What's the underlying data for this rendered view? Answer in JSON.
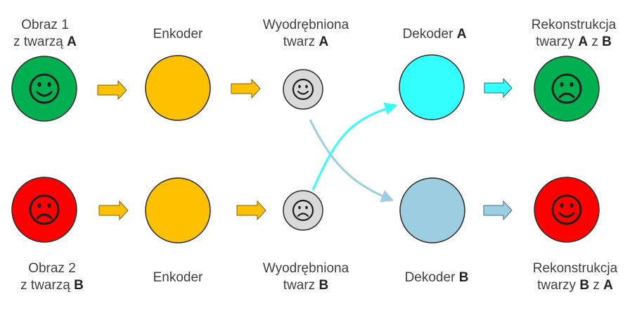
{
  "colors": {
    "face_a_bg": "#00b050",
    "face_b_bg": "#ff0000",
    "encoder": "#ffc000",
    "decoder_a": "#33ffff",
    "decoder_b": "#9dcde0",
    "extracted_bg": "#d9d9d9",
    "arrow_orange": "#ffc000",
    "arrow_cyan": "#33ffff",
    "arrow_lightblue": "#9dcde0",
    "outline": "#2b2b2b"
  },
  "top": {
    "image": {
      "line1": "Obraz 1",
      "line2_prefix": "z twarzą ",
      "line2_bold": "A"
    },
    "encoder": "Enkoder",
    "extracted": {
      "line1": "Wyodrębniona",
      "line2_prefix": "twarz ",
      "line2_bold": "A"
    },
    "decoder": {
      "prefix": "Dekoder ",
      "bold": "A"
    },
    "result": {
      "line1": "Rekonstrukcja",
      "line2_prefix": "twarzy ",
      "line2_bold1": "A",
      "line2_mid": " z ",
      "line2_bold2": "B"
    }
  },
  "bottom": {
    "image": {
      "line1": "Obraz 2",
      "line2_prefix": "z twarzą ",
      "line2_bold": "B"
    },
    "encoder": "Enkoder",
    "extracted": {
      "line1": "Wyodrębniona",
      "line2_prefix": "twarz ",
      "line2_bold": "B"
    },
    "decoder": {
      "prefix": "Dekoder ",
      "bold": "B"
    },
    "result": {
      "line1": "Rekonstrukcja",
      "line2_prefix": "twarzy ",
      "line2_bold1": "B",
      "line2_mid": " z ",
      "line2_bold2": "A"
    }
  },
  "icons": {
    "image_a": "smile-face-icon",
    "image_b": "frown-face-icon",
    "extracted_a": "smile-face-icon",
    "extracted_b": "frown-face-icon",
    "result_a": "frown-face-icon",
    "result_b": "smile-face-icon"
  }
}
